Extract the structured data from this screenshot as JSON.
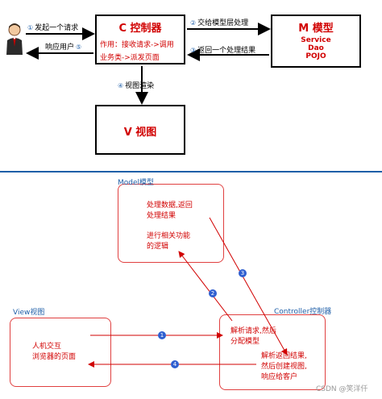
{
  "top": {
    "controller": {
      "title": "C 控制器",
      "desc_line1": "作用：接收请求->调用",
      "desc_line2": "业务类->派发页面"
    },
    "model": {
      "title": "M 模型",
      "items": [
        "Service",
        "Dao",
        "POJO"
      ]
    },
    "view": {
      "title": "V 视图"
    },
    "steps": {
      "s1": {
        "num": "①",
        "text": "发起一个请求"
      },
      "s2": {
        "num": "②",
        "text": "交给模型层处理"
      },
      "s3": {
        "num": "③",
        "text": "返回一个处理结果"
      },
      "s4": {
        "num": "④",
        "text": "视图渲染"
      },
      "s5": {
        "num": "⑤",
        "text": "响应用户"
      }
    }
  },
  "bottom": {
    "model": {
      "title": "Model模型",
      "text1": "处理数据,返回\n处理结果",
      "text2": "进行相关功能\n的逻辑"
    },
    "view": {
      "title": "View视图",
      "text": "人机交互\n浏览器的页面"
    },
    "controller": {
      "title": "Controller控制器",
      "text1": "解析请求,然后\n分配模型",
      "text2": "解析返回结果,\n然后创建视图,\n响应给客户"
    },
    "markers": [
      "1",
      "2",
      "3",
      "4"
    ],
    "watermark": "CSDN @笑洋仟"
  }
}
